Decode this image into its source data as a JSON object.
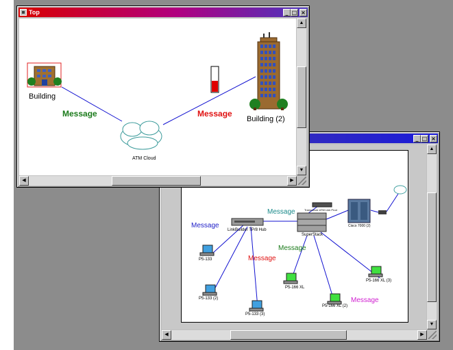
{
  "windows": {
    "top": {
      "title": "Top",
      "buttons": {
        "minimize": "_",
        "maximize": "□",
        "close": "×"
      },
      "nodes": {
        "building": "Building",
        "building2": "Building (2)",
        "atm_cloud": "ATM Cloud"
      },
      "messages": {
        "left": "Message",
        "right": "Message"
      },
      "gauge_fill_fraction": 0.45
    },
    "network": {
      "title": "",
      "buttons": {
        "minimize": "_",
        "maximize": "□",
        "close": "×"
      },
      "devices": {
        "hub": "LinkBuilder TP/8 Hub",
        "superstack": "SuperStack",
        "transceiver": "Transceiver ATM Link Prod",
        "cisco": "Cisco 7000 (2)"
      },
      "pcs": {
        "p5_133": "P5-133",
        "p5_133_2": "P5-133 (2)",
        "p5_133_3": "P5-133 (3)",
        "p5_166xl": "P5-166 XL",
        "p5_166xl_2": "P5-166 XL (2)",
        "p5_166xl_3": "P5-166 XL (3)"
      },
      "messages": {
        "m1": "Message",
        "m2": "Message",
        "m3": "Message",
        "m4": "Message",
        "m5": "Message"
      }
    }
  },
  "colors": {
    "message_green": "#1a7a1a",
    "message_red": "#e01010",
    "message_blue": "#2020c8",
    "message_teal": "#1a8a8a",
    "message_magenta": "#d020d0",
    "link_blue": "#1010d0"
  },
  "icons": {
    "minimize": "minimize-icon",
    "maximize": "maximize-icon",
    "close": "close-icon"
  }
}
